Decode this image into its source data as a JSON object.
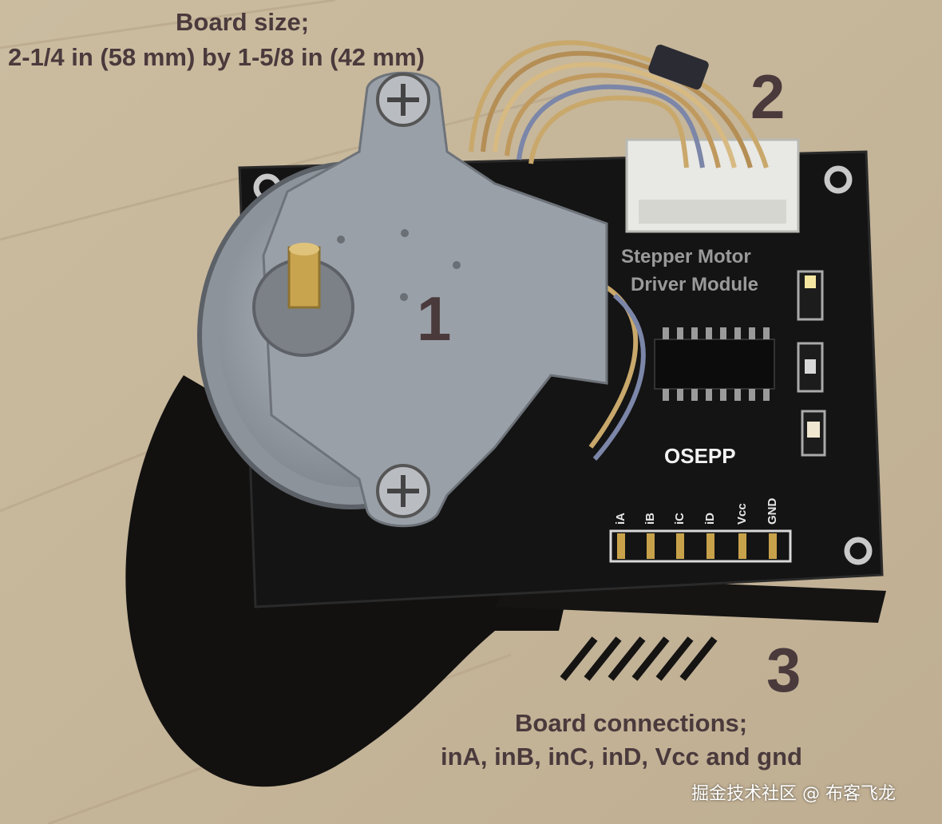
{
  "annotations": {
    "board_size_title": "Board size;",
    "board_size_dims": "2-1/4 in (58 mm) by 1-5/8 in (42 mm)",
    "label_1": "1",
    "label_2": "2",
    "label_3": "3",
    "connections_title": "Board connections;",
    "connections_list": "inA, inB, inC, inD, Vcc and gnd"
  },
  "board": {
    "brand": "OSEPP",
    "silkscreen_line_1": "Stepper Motor",
    "silkscreen_line_2": "Driver Module",
    "pins": [
      "iA",
      "iB",
      "iC",
      "iD",
      "Vcc",
      "GND"
    ]
  },
  "watermark": "掘金技术社区 @ 布客飞龙",
  "colors": {
    "wood": "#c7b79c",
    "board": "#141414",
    "annotation_text": "#4a3a3c",
    "motor_plate": "#9aa0a8"
  }
}
